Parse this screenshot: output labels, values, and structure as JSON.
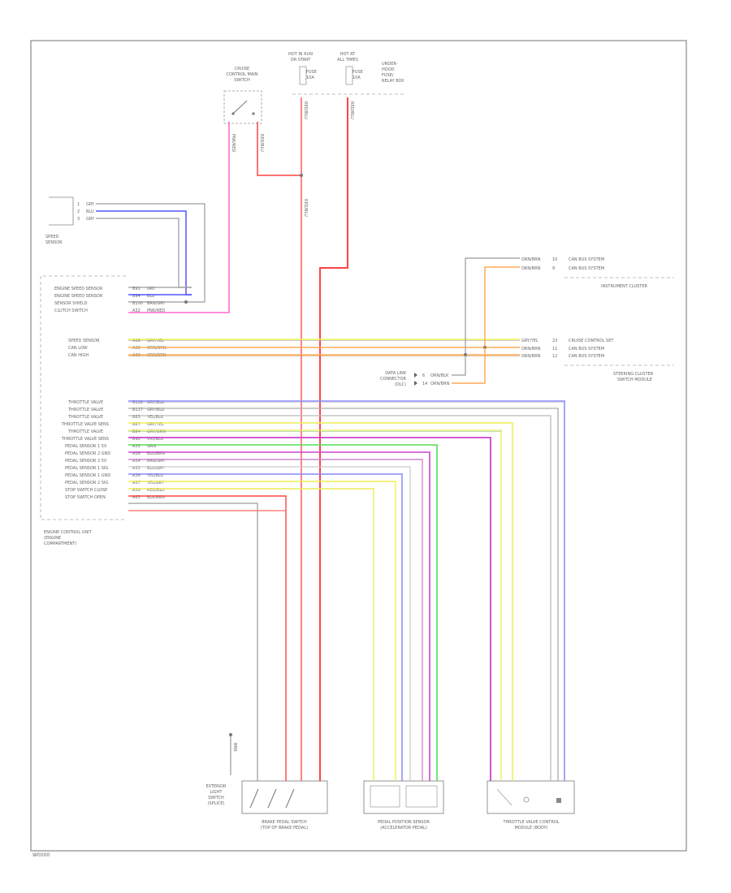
{
  "diagram": {
    "footer_code": "W0000",
    "colors": {
      "pink": "#ff66cc",
      "red": "#ff4444",
      "blue": "#5555ff",
      "gray": "#9a9a9a",
      "yellow": "#eeee55",
      "orange": "#ffaa55",
      "violet": "#cc44cc",
      "green": "#55dd55",
      "lightblue": "#8888ff",
      "frame": "#888888"
    },
    "top_components": {
      "cruise_switch": [
        "CRUISE",
        "CONTROL MAIN",
        "SWITCH"
      ],
      "fuse_block_left": [
        "HOT IN RUN",
        "OR START",
        "FUSE",
        "10A"
      ],
      "fuse_block_right": [
        "HOT AT",
        "ALL TIMES",
        "FUSE",
        "10A"
      ],
      "fuse_block_right_note": [
        "UNDER-",
        "HOOD",
        "FUSE/",
        "RELAY BOX"
      ]
    },
    "speed_sensor": {
      "label": [
        "SPEED",
        "SENSOR"
      ],
      "pins": [
        "1",
        "2",
        "3"
      ],
      "wires": [
        "GRY",
        "BLU",
        "GRY"
      ]
    },
    "ecm_block_1": {
      "rows": [
        {
          "label": "ENGINE SPEED SENSOR",
          "pin": "B91",
          "wire": "GRY"
        },
        {
          "label": "ENGINE SPEED SENSOR",
          "pin": "B94",
          "wire": "BLU"
        },
        {
          "label": "SENSOR SHIELD",
          "pin": "B100",
          "wire": "BRN/GRY"
        },
        {
          "label": "CLUTCH SWITCH",
          "pin": "A32",
          "wire": "PNK/RED"
        }
      ]
    },
    "ecm_block_2": {
      "rows": [
        {
          "label": "SPEED SENSOR",
          "pin": "A36",
          "wire": "GRY/YEL"
        },
        {
          "label": "CAN LOW",
          "pin": "A38",
          "wire": "ORN/BRN"
        },
        {
          "label": "CAN HIGH",
          "pin": "A40",
          "wire": "ORN/BRN"
        }
      ]
    },
    "instrument_cluster": {
      "title": "INSTRUMENT CLUSTER",
      "rows": [
        {
          "label": "ORN/BRN",
          "pin": "10",
          "term": "CAN BUS SYSTEM"
        },
        {
          "label": "ORN/BRN",
          "pin": "9",
          "term": "CAN BUS SYSTEM"
        }
      ]
    },
    "steering_cluster": {
      "title": [
        "STEERING CLUSTER",
        "SWITCH MODULE"
      ],
      "rows": [
        {
          "label": "GRY/YEL",
          "pin": "23",
          "term": "CRUISE CONTROL SET"
        },
        {
          "label": "ORN/BRN",
          "pin": "11",
          "term": "CAN BUS SYSTEM"
        },
        {
          "label": "ORN/BRN",
          "pin": "12",
          "term": "CAN BUS SYSTEM"
        }
      ]
    },
    "data_link": {
      "label": [
        "DATA LINK",
        "CONNECTOR",
        "(DLC)"
      ],
      "pins": [
        "6",
        "14"
      ],
      "wires": [
        "ORN/BLK",
        "ORN/BRN"
      ]
    },
    "ecm_block_3": {
      "rows": [
        {
          "label": "THROTTLE VALVE",
          "pin": "B118",
          "wire": "GRY/BLU"
        },
        {
          "label": "THROTTLE VALVE",
          "pin": "B117",
          "wire": "GRY/BLU"
        },
        {
          "label": "THROTTLE VALVE",
          "pin": "B83",
          "wire": "YEL/BLK"
        },
        {
          "label": "THROTTLE VALVE SENS",
          "pin": "B87",
          "wire": "GRY/YEL"
        },
        {
          "label": "THROTTLE VALVE",
          "pin": "B84",
          "wire": "GRY/GRN"
        },
        {
          "label": "THROTTLE VALVE SENS",
          "pin": "B92",
          "wire": "VIO/BLU"
        },
        {
          "label": "PEDAL SENSOR 1 5V",
          "pin": "A35",
          "wire": "GRN"
        },
        {
          "label": "PEDAL SENSOR 2 GND",
          "pin": "A36",
          "wire": "BLU/BRN"
        },
        {
          "label": "PEDAL SENSOR 2 5V",
          "pin": "A34",
          "wire": "BRN/GRY"
        },
        {
          "label": "PEDAL SENSOR 1 SIG",
          "pin": "A33",
          "wire": "BLU/GRY"
        },
        {
          "label": "PEDAL SENSOR 1 GND",
          "pin": "A36",
          "wire": "YEL/BLU"
        },
        {
          "label": "PEDAL SENSOR 2 SIG",
          "pin": "A37",
          "wire": "YEL/GRY"
        },
        {
          "label": "STOP SWITCH CLOSE",
          "pin": "A39",
          "wire": "RED/BLU"
        },
        {
          "label": "STOP SWITCH OPEN",
          "pin": "A65",
          "wire": "BLK/BRN"
        }
      ],
      "module_label": [
        "ENGINE CONTROL UNIT",
        "(ENGINE",
        "COMPARTMENT)"
      ]
    },
    "bottom": {
      "ground_label": [
        "EXTERIOR",
        "LIGHT",
        "SWITCH",
        "(SPLICE)"
      ],
      "brake_switch": [
        "BRAKE PEDAL SWITCH",
        "(TOP OF BRAKE PEDAL)"
      ],
      "pedal_sensor": [
        "PEDAL POSITION SENSOR",
        "(ACCELERATOR PEDAL)"
      ],
      "throttle": [
        "THROTTLE VALVE CONTROL",
        "MODULE (BODY)"
      ]
    },
    "wire_tags": {
      "pink_switch": "PNK/RED",
      "red_switch": "RED/BLU",
      "hot_run": "RED/BLU",
      "red_mid": "RED/BLU",
      "hot_all": "RED/BLU",
      "ground": "BRN"
    }
  }
}
